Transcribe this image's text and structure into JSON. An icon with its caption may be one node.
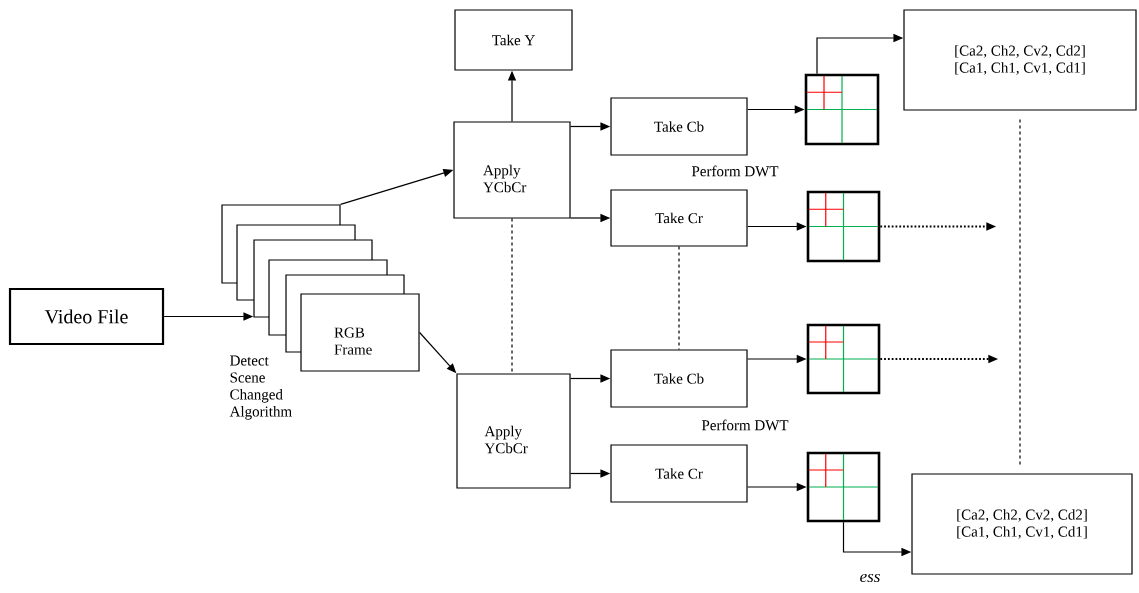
{
  "diagram": {
    "nodes": [
      {
        "text": [
          "Video File"
        ]
      },
      {
        "text": [],
        "shape": "box"
      },
      {
        "text": [],
        "shape": "box"
      },
      {
        "text": [],
        "shape": "box"
      },
      {
        "text": [],
        "shape": "box"
      },
      {
        "text": [],
        "shape": "box"
      },
      {
        "text": [
          "RGB Frame"
        ]
      },
      {
        "text": [
          "Take Y"
        ]
      },
      {
        "text": [
          "Apply YCbCr"
        ]
      },
      {
        "text": [
          "Take Cb"
        ]
      },
      {
        "text": [
          "Take Cr"
        ]
      },
      {
        "text": [],
        "shape": "box"
      },
      {
        "text": [],
        "shape": "box"
      },
      {
        "text": [
          "[Ca2, Ch2, Cv2, Cd2]",
          "[Ca1, Ch1, Cv1, Cd1]"
        ]
      },
      {
        "text": [
          "Apply YCbCr"
        ]
      },
      {
        "text": [
          "Take Cb"
        ]
      },
      {
        "text": [
          "Take Cr"
        ]
      },
      {
        "text": [],
        "shape": "box"
      },
      {
        "text": [],
        "shape": "box"
      },
      {
        "text": [
          "[Ca2, Ch2, Cv2, Cd2]",
          "[Ca1, Ch1, Cv1, Cd1]"
        ]
      }
    ],
    "edges": [
      {
        "from": 0,
        "to": 3,
        "arrow": "to"
      },
      {
        "from": 1,
        "to": 8,
        "arrow": "to"
      },
      {
        "from": 6,
        "to": 14,
        "arrow": "to"
      },
      {
        "from": 8,
        "to": 7,
        "arrow": "to"
      },
      {
        "from": 8,
        "to": 9,
        "arrow": "to"
      },
      {
        "from": 8,
        "to": 10,
        "arrow": "to"
      },
      {
        "from": 9,
        "to": 11,
        "arrow": "to"
      },
      {
        "from": 10,
        "to": 12,
        "arrow": "to"
      },
      {
        "from": 11,
        "to": 13,
        "arrow": "to"
      },
      {
        "from": 12,
        "to": null,
        "arrow": "to",
        "style": "dashed"
      },
      {
        "from": 14,
        "to": 15,
        "arrow": "to"
      },
      {
        "from": 14,
        "to": 16,
        "arrow": "to"
      },
      {
        "from": 15,
        "to": 17,
        "arrow": "to"
      },
      {
        "from": 16,
        "to": 18,
        "arrow": "to"
      },
      {
        "from": 17,
        "to": null,
        "arrow": "to",
        "style": "dashed"
      },
      {
        "from": 18,
        "to": 19,
        "arrow": "to"
      },
      {
        "from": 8,
        "to": 14,
        "arrow": "none",
        "style": "dashed"
      },
      {
        "from": 10,
        "to": 15,
        "arrow": "none",
        "style": "dashed"
      },
      {
        "from": 13,
        "to": 19,
        "arrow": "none",
        "style": "dashed"
      }
    ],
    "labels": [
      "Detect Scene Changed Algorithm",
      "Perform DWT",
      "Perform DWT",
      "ess"
    ]
  }
}
